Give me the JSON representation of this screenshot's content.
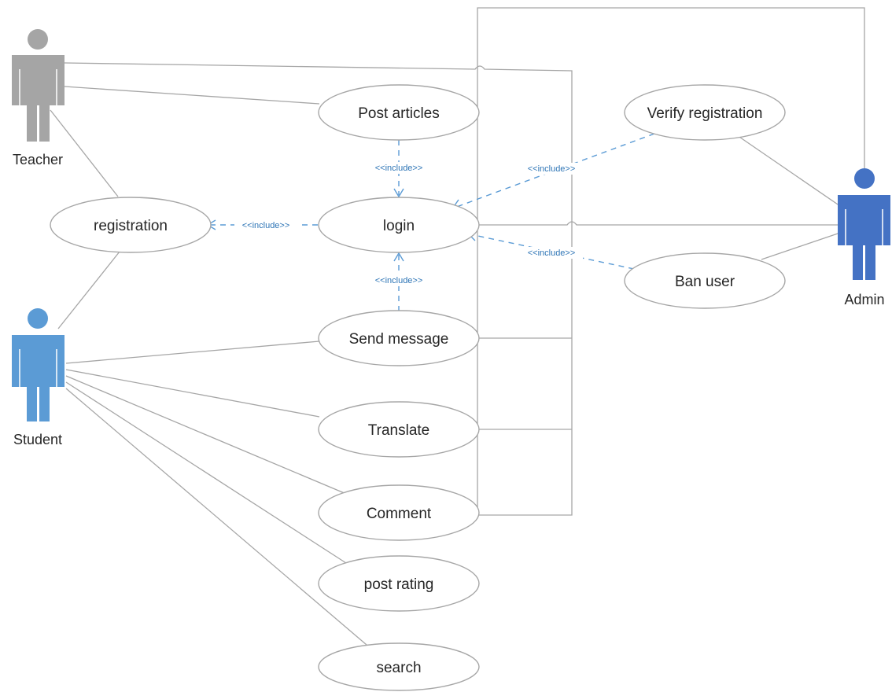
{
  "actors": {
    "teacher": {
      "label": "Teacher",
      "color": "#a5a5a5"
    },
    "student": {
      "label": "Student",
      "color": "#5b9bd5"
    },
    "admin": {
      "label": "Admin",
      "color": "#4472c4"
    }
  },
  "use_cases": {
    "post_articles": "Post articles",
    "login": "login",
    "registration": "registration",
    "send_message": "Send message",
    "translate": "Translate",
    "comment": "Comment",
    "post_rating": "post rating",
    "search": "search",
    "verify_registration": "Verify registration",
    "ban_user": "Ban user"
  },
  "relations": {
    "include_label": "<<include>>"
  },
  "colors": {
    "association": "#a6a6a6",
    "include": "#5b9bd5",
    "include_text": "#2e75b6"
  }
}
